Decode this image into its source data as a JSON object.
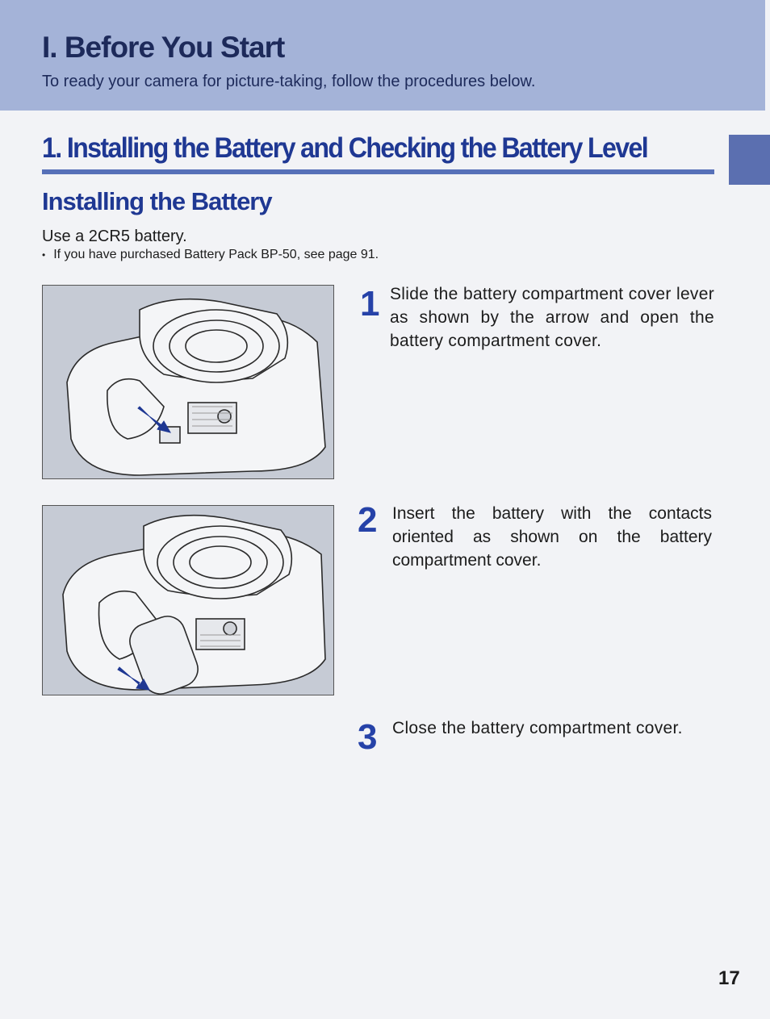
{
  "banner": {
    "title": "I. Before You Start",
    "subtitle": "To ready your camera for picture-taking, follow the procedures below."
  },
  "section": {
    "title": "1. Installing the Battery and Checking the Battery Level",
    "subtitle": "Installing the Battery"
  },
  "intro": "Use a 2CR5 battery.",
  "note": {
    "bullet": "•",
    "text": "If you have purchased Battery Pack BP-50, see page 91."
  },
  "steps": [
    {
      "number": "1",
      "text": "Slide the battery compartment cover lever as shown by the arrow and open the battery compartment cover."
    },
    {
      "number": "2",
      "text": "Insert the battery with the contacts oriented as shown on the battery compartment cover."
    },
    {
      "number": "3",
      "text": "Close the battery compartment cover."
    }
  ],
  "page_number": "17",
  "colors": {
    "banner": "#a4b3d8",
    "heading_blue": "#1f3893",
    "accent_blue": "#5670b8",
    "step_number_blue": "#2642a8"
  }
}
